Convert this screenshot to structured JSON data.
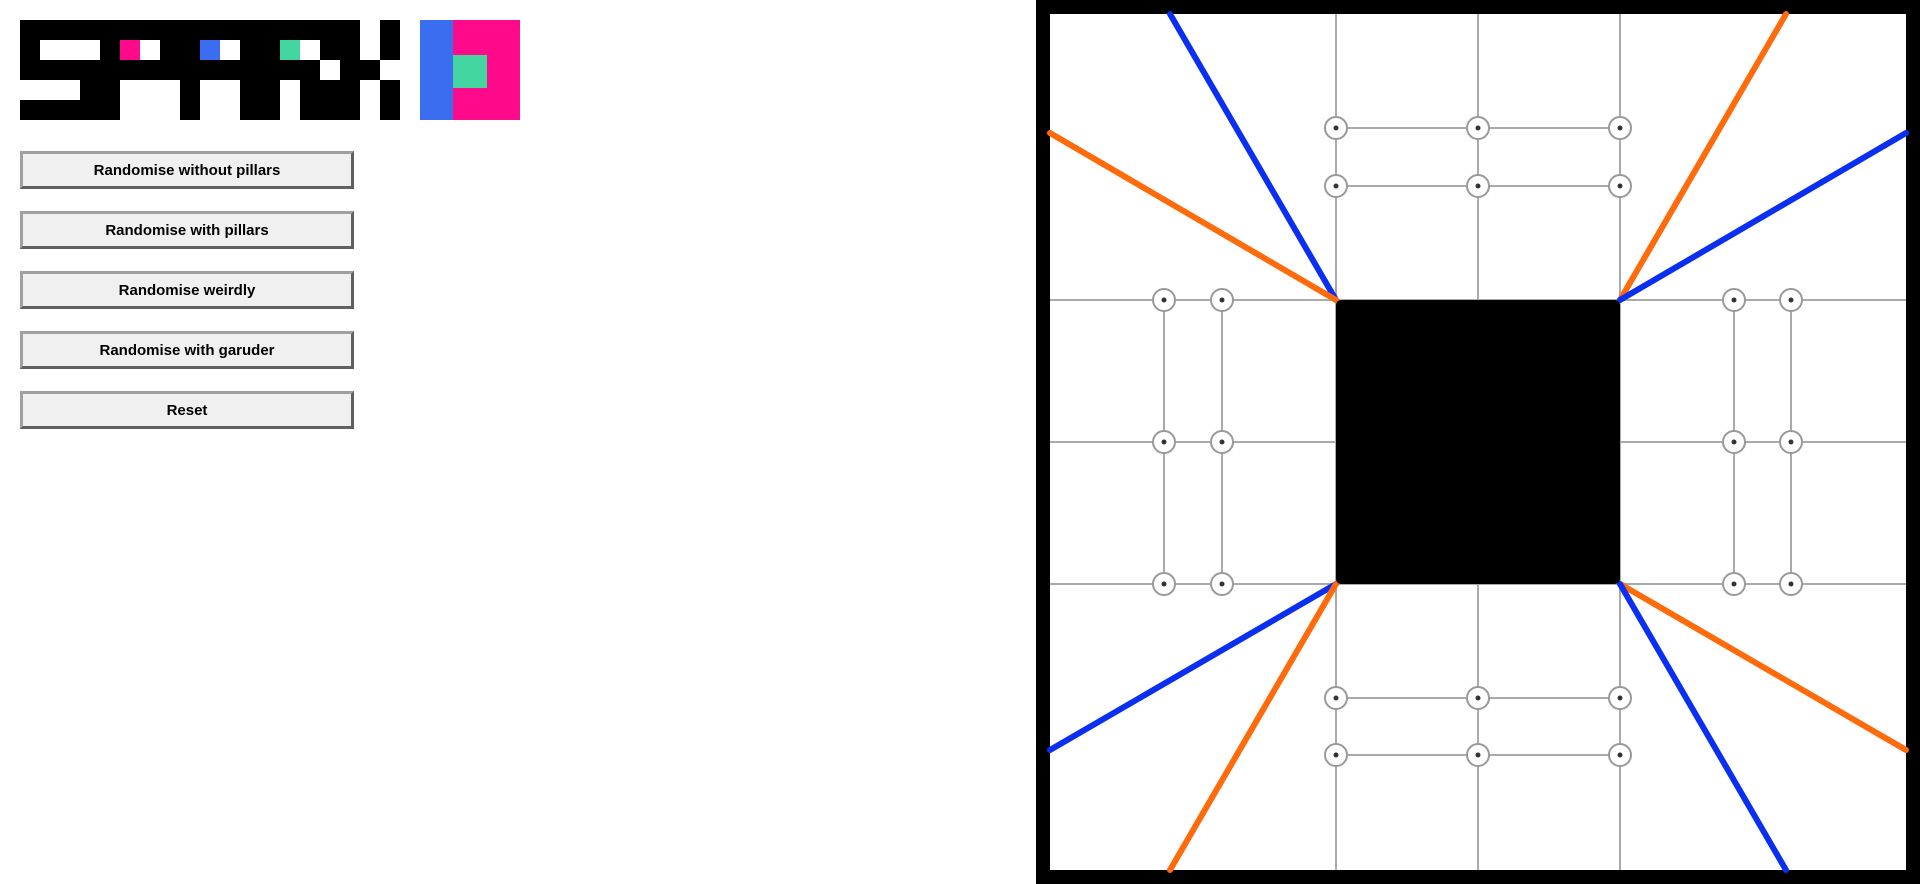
{
  "app": {
    "logo_text": "SPARK",
    "logo_colors": {
      "pink": "#ff0a8a",
      "blue": "#3a6df0",
      "green": "#44d6a0",
      "black": "#000000"
    }
  },
  "buttons": [
    {
      "label": "Randomise without pillars"
    },
    {
      "label": "Randomise with pillars"
    },
    {
      "label": "Randomise weirdly"
    },
    {
      "label": "Randomise with garuder"
    },
    {
      "label": "Reset"
    }
  ],
  "board": {
    "frame_color": "#000000",
    "grid_color": "#aaaaaa",
    "ray_colors": {
      "blue": "#0a2ff0",
      "orange": "#ff6a0a"
    }
  }
}
